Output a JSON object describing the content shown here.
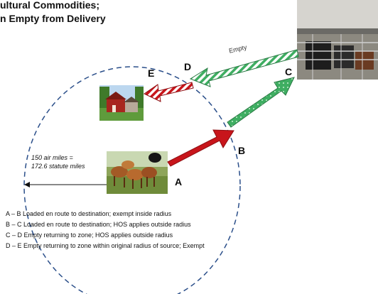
{
  "title": {
    "line1": "ultural Commodities;",
    "line2": "n Empty from Delivery"
  },
  "points": {
    "a": "A",
    "b": "B",
    "c": "C",
    "d": "D",
    "e": "E"
  },
  "empty_label": "Empty",
  "radius_note": {
    "line1": "150 air miles =",
    "line2": "172.6 statute miles"
  },
  "legend": [
    "A – B Loaded en route to destination; exempt inside radius",
    "B – C  Loaded en route to destination; HOS applies outside radius",
    "C – D   Empty returning to zone; HOS applies outside radius",
    "D – E    Empty returning to zone within original radius of source; Exempt"
  ],
  "colors": {
    "loaded_arrow": "#c8151b",
    "outbound_arrow": "#3fae62",
    "return_arrow": "#3fae62",
    "final_arrow": "#c8151b",
    "circle": "#2b4f8a"
  },
  "icons": [
    "cattle-photo",
    "stockyard-photo",
    "farm-photo"
  ]
}
